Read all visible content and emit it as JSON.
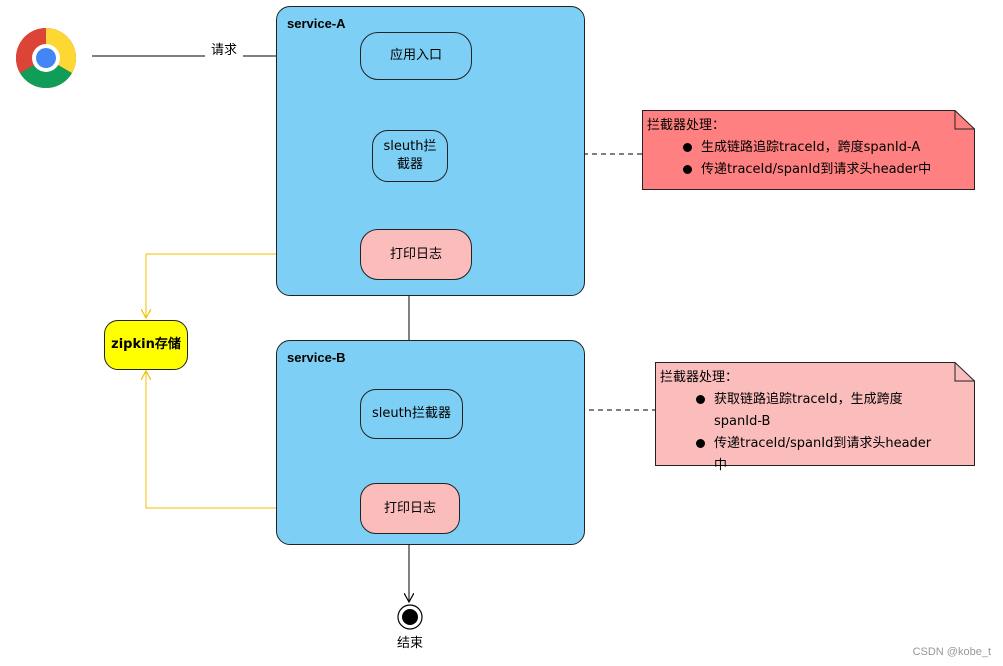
{
  "services": [
    {
      "title": "service-A"
    },
    {
      "title": "service-B"
    }
  ],
  "nodes": {
    "app_entry": "应用入口",
    "sleuth_a_line1": "sleuth拦",
    "sleuth_a_line2": "截器",
    "log_a": "打印日志",
    "sleuth_b": "sleuth拦截器",
    "log_b": "打印日志",
    "zipkin": "zipkin存储",
    "end": "结束"
  },
  "edge_labels": {
    "request": "请求"
  },
  "notes": [
    {
      "title": "拦截器处理：",
      "items": [
        "生成链路追踪traceId，跨度spanId-A",
        "传递traceId/spanId到请求头header中"
      ],
      "color": "#ff8080"
    },
    {
      "title": "拦截器处理：",
      "items": [
        "获取链路追踪traceId，生成跨度spanId-B",
        "传递traceId/spanId到请求头header中"
      ],
      "color": "#fbbcbc"
    }
  ],
  "colors": {
    "service_bg": "#7ecff5",
    "log_bg": "#fbbcbc",
    "zipkin_bg": "#ffff00",
    "yellow_line": "#f0c000"
  },
  "icons": {
    "browser": "chrome-browser-icon"
  },
  "watermark": "CSDN @kobe_t"
}
